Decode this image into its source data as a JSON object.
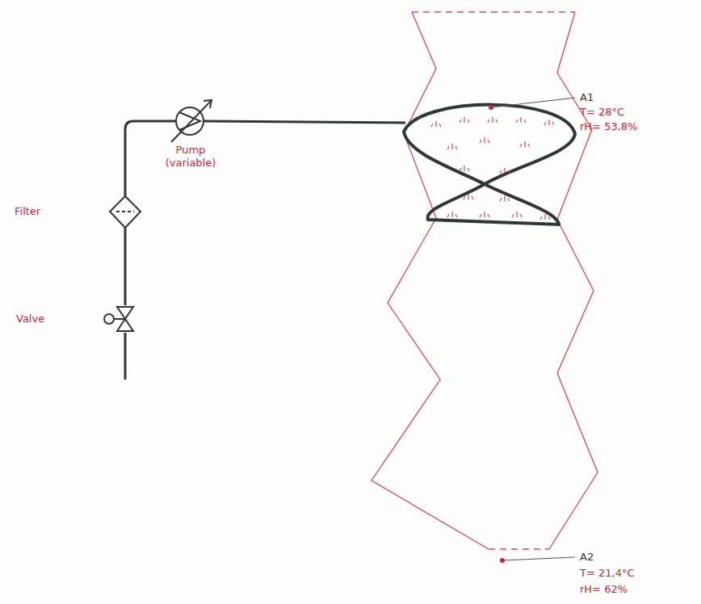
{
  "diagram": {
    "labels": [
      "Pump (variable)",
      "Filter",
      "Valve",
      "A1",
      "T= 28°C",
      "rH= 53,8%",
      "A2",
      "T= 21,4°C",
      "rH= 62%"
    ]
  }
}
